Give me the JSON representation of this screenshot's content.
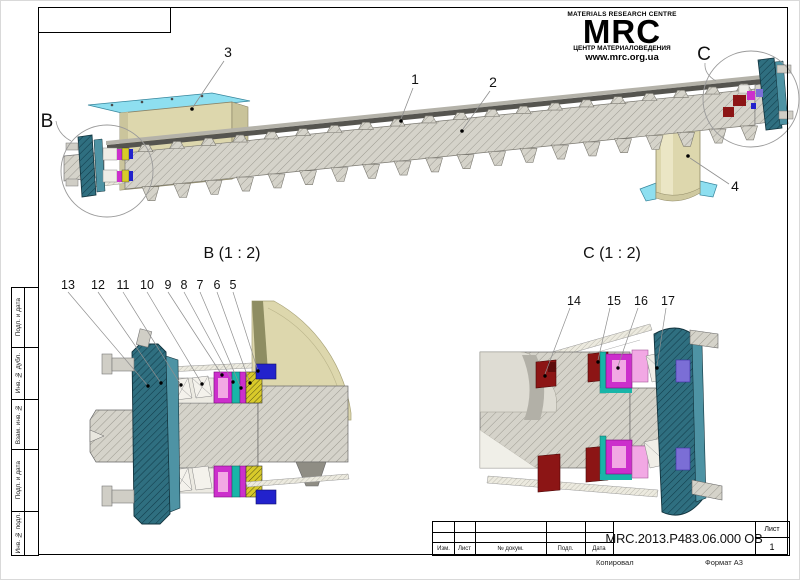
{
  "logo": {
    "line1": "MATERIALS RESEARCH CENTRE",
    "name": "MRC",
    "line2": "ЦЕНТР МАТЕРИАЛОВЕДЕНИЯ",
    "url": "www.mrc.org.ua"
  },
  "title_block": {
    "doc_number": "MRC.2013.P483.06.000 ОВ",
    "columns": [
      "Изм.",
      "Лист",
      "№ докум.",
      "Подп.",
      "Дата"
    ],
    "sheet_label": "Лист",
    "sheet_number": "1",
    "footer_copy": "Копировал",
    "footer_format": "Формат А3"
  },
  "margin_labels": [
    "Подп. и дата",
    "Инв. № дубл.",
    "Взам. инв. №",
    "Подп. и дата",
    "Инв. № подл."
  ],
  "views": {
    "main": {
      "detail_marks": [
        "B",
        "C"
      ],
      "callouts": [
        "1",
        "2",
        "3",
        "4"
      ]
    },
    "detail_b": {
      "title": "B  (1 : 2)",
      "callouts": [
        "13",
        "12",
        "11",
        "10",
        "9",
        "8",
        "7",
        "6",
        "5"
      ]
    },
    "detail_c": {
      "title": "C  (1 : 2)",
      "callouts": [
        "14",
        "15",
        "16",
        "17"
      ]
    }
  },
  "colors": {
    "teal_flange": "#2f6f80",
    "teal_edge": "#4e93a4",
    "cyan_flange": "#8edff0",
    "housing_cream": "#ddd7ad",
    "metal_grey": "#d5d3ca",
    "seal_magenta": "#cc2fcc",
    "seal_pink": "#f2a8e4",
    "ring_yellow": "#d8ca2a",
    "part_blue": "#2222cc",
    "ring_dark_red": "#8c1515",
    "spacer_purple": "#7b6ed6",
    "ring_teal_green": "#18b5a8"
  }
}
